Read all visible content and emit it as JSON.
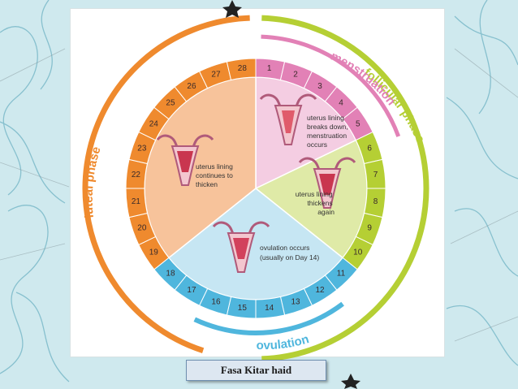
{
  "caption": "Fasa Kitar haid",
  "colors": {
    "luteal": "#ef8a2e",
    "follicular": "#b5cf34",
    "menstruation": "#e281b6",
    "ovulation": "#4fb6dd",
    "luteal_fill": "#f7c39b",
    "menstruation_fill": "#f4cde2",
    "follicular_fill": "#dfeaa7",
    "ovulation_fill": "#c6e6f3"
  },
  "phases": {
    "luteal": "luteal phase",
    "follicular": "follicular phase",
    "menstruation": "menstruation",
    "ovulation": "ovulation"
  },
  "descriptions": {
    "menstruation": [
      "uterus lining",
      "breaks down,",
      "menstruation",
      "occurs"
    ],
    "follicular": [
      "uterus lining",
      "thickens",
      "again"
    ],
    "ovulation": [
      "ovulation occurs",
      "(usually on Day 14)"
    ],
    "luteal": [
      "uterus lining",
      "continues to",
      "thicken"
    ]
  },
  "days": [
    {
      "n": "1",
      "group": "menstruation"
    },
    {
      "n": "2",
      "group": "menstruation"
    },
    {
      "n": "3",
      "group": "menstruation"
    },
    {
      "n": "4",
      "group": "menstruation"
    },
    {
      "n": "5",
      "group": "menstruation"
    },
    {
      "n": "6",
      "group": "follicular"
    },
    {
      "n": "7",
      "group": "follicular"
    },
    {
      "n": "8",
      "group": "follicular"
    },
    {
      "n": "9",
      "group": "follicular"
    },
    {
      "n": "10",
      "group": "follicular"
    },
    {
      "n": "11",
      "group": "ovulation"
    },
    {
      "n": "12",
      "group": "ovulation"
    },
    {
      "n": "13",
      "group": "ovulation"
    },
    {
      "n": "14",
      "group": "ovulation"
    },
    {
      "n": "15",
      "group": "ovulation"
    },
    {
      "n": "16",
      "group": "ovulation"
    },
    {
      "n": "17",
      "group": "ovulation"
    },
    {
      "n": "18",
      "group": "ovulation"
    },
    {
      "n": "19",
      "group": "luteal"
    },
    {
      "n": "20",
      "group": "luteal"
    },
    {
      "n": "21",
      "group": "luteal"
    },
    {
      "n": "22",
      "group": "luteal"
    },
    {
      "n": "23",
      "group": "luteal"
    },
    {
      "n": "24",
      "group": "luteal"
    },
    {
      "n": "25",
      "group": "luteal"
    },
    {
      "n": "26",
      "group": "luteal"
    },
    {
      "n": "27",
      "group": "luteal"
    },
    {
      "n": "28",
      "group": "luteal"
    }
  ]
}
